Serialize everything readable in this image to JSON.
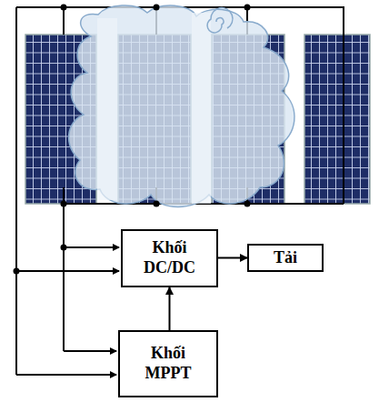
{
  "diagram": {
    "nodes": [
      {
        "text": [
          "Khối DC/DC"
        ]
      },
      {
        "text": [
          "Tải"
        ]
      },
      {
        "text": [
          "Khối MPPT"
        ]
      }
    ],
    "edges": [
      {
        "from": 0,
        "to": 1,
        "arrow": "to"
      },
      {
        "from": 2,
        "to": 0,
        "arrow": "to"
      }
    ]
  }
}
